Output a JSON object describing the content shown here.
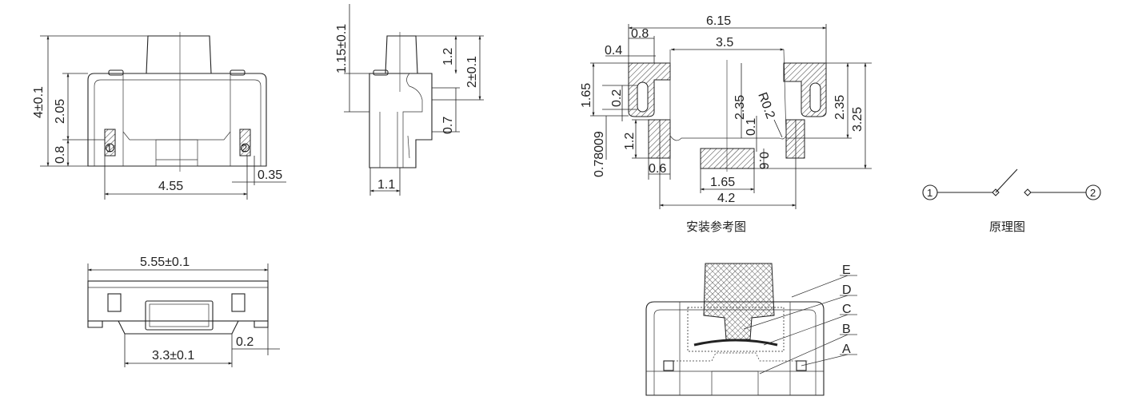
{
  "front_view": {
    "height_total": "4±0.1",
    "body_height": "2.05",
    "terminal_height": "0.8",
    "pitch": "4.55",
    "terminal_width": "0.35",
    "pin1": "1",
    "pin2": "2"
  },
  "side_view": {
    "actuator_travel": "1.15±0.1",
    "actuator_height": "1.2",
    "top_to_notch": "2±0.1",
    "notch": "0.7",
    "depth": "1.1"
  },
  "bottom_view": {
    "length": "5.55±0.1",
    "inner_width": "3.3±0.1",
    "foot": "0.2"
  },
  "land_pattern": {
    "caption": "安装参考图",
    "dims": {
      "overall_width": "6.15",
      "center_width": "3.5",
      "slot_pad_width": "0.8",
      "slot_width": "0.4",
      "pad_height": "1.65",
      "slot_gap": "0.2",
      "offset": "0.78009",
      "lower_pad_height": "1.2",
      "lower_pad_width": "0.6",
      "height_left": "2.35",
      "height_right": "2.35",
      "gap": "0.1",
      "radius": "R0.2",
      "total_height": "3.25",
      "center_pad_width": "1.65",
      "center_pad_height": "0.6",
      "outer_width": "4.2"
    }
  },
  "schematic": {
    "caption": "原理图",
    "pin1": "1",
    "pin2": "2"
  },
  "cross_section": {
    "labels": [
      "E",
      "D",
      "C",
      "B",
      "A"
    ]
  }
}
